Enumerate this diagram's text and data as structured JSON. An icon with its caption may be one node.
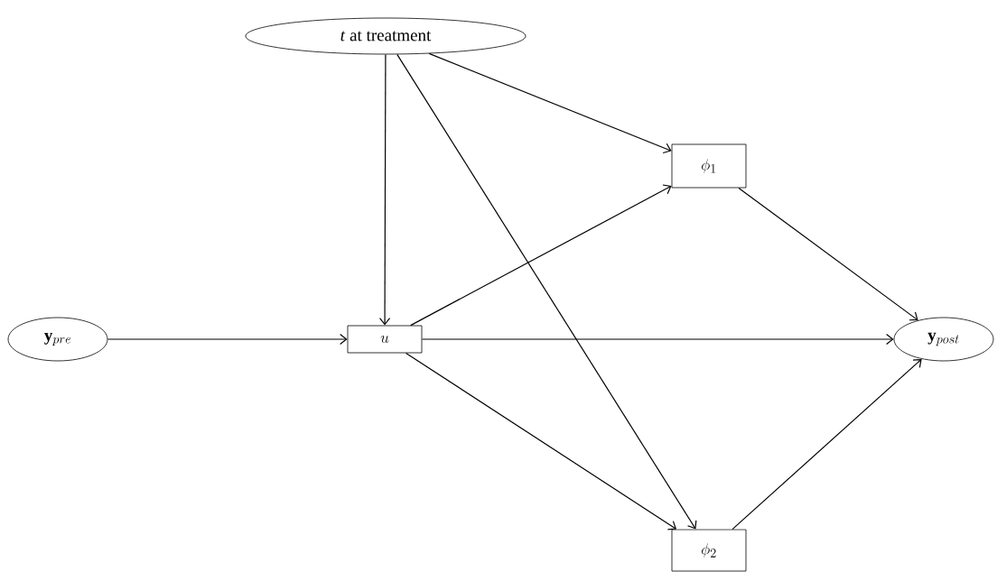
{
  "diagram": {
    "nodes": [
      {
        "text": [
          "*t* at treatment"
        ]
      },
      {
        "text": [
          "\\mathbf{y}_{pre}"
        ]
      },
      {
        "text": [
          "u"
        ]
      },
      {
        "text": [
          "\\phi_1"
        ]
      },
      {
        "text": [
          "\\phi_2"
        ]
      },
      {
        "text": [
          "\\mathbf{y}_{post}"
        ]
      }
    ],
    "edges": [
      {
        "from": 0,
        "to": 2,
        "arrow": "to"
      },
      {
        "from": 0,
        "to": 4,
        "arrow": "to"
      },
      {
        "from": 0,
        "to": 3,
        "arrow": "to"
      },
      {
        "from": 1,
        "to": 2,
        "arrow": "to"
      },
      {
        "from": 2,
        "to": 3,
        "arrow": "to"
      },
      {
        "from": 2,
        "to": 5,
        "arrow": "to"
      },
      {
        "from": 2,
        "to": 4,
        "arrow": "to"
      },
      {
        "from": 3,
        "to": 5,
        "arrow": "to"
      },
      {
        "from": 4,
        "to": 5,
        "arrow": "to"
      }
    ]
  }
}
